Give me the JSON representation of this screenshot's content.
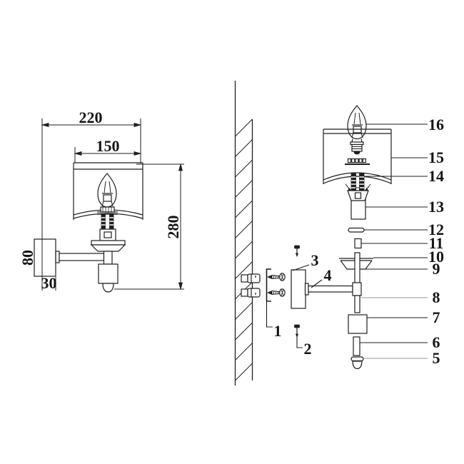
{
  "drawing": {
    "type": "wall-sconce installation drawing",
    "views": {
      "front_view": "dimensioned front view of wall lamp",
      "wall_section": "hatched wall section",
      "exploded_view": "numbered exploded assembly"
    },
    "dimensions": {
      "overall_width": "220",
      "shade_width": "150",
      "overall_height": "280",
      "backplate_height": "80",
      "backplate_width": "30"
    },
    "parts": {
      "n1": "1",
      "n2": "2",
      "n3": "3",
      "n4": "4",
      "n5": "5",
      "n6": "6",
      "n7": "7",
      "n8": "8",
      "n9": "9",
      "n10": "10",
      "n11": "11",
      "n12": "12",
      "n13": "13",
      "n14": "14",
      "n15": "15",
      "n16": "16"
    },
    "colors": {
      "ink": "#1f1f1f",
      "leader": "#1f1f1f",
      "leader_light": "#9a9a9a",
      "background": "#ffffff"
    }
  }
}
